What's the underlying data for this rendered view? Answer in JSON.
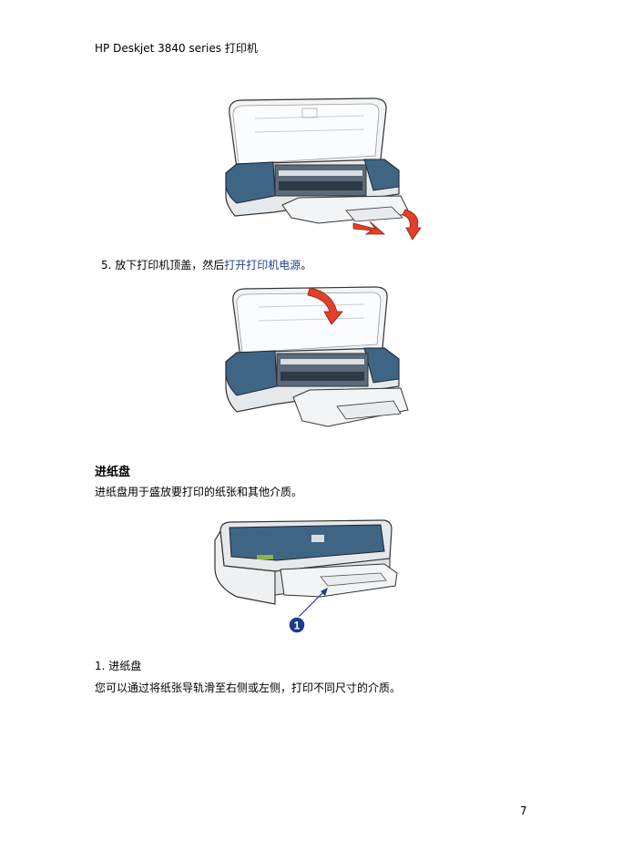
{
  "header": {
    "title": "HP Deskjet 3840 series 打印机"
  },
  "step5": {
    "number": "5.",
    "text": "放下打印机顶盖，然后",
    "link": "打开打印机电源",
    "end": "。"
  },
  "section": {
    "heading": "进纸盘",
    "description": "进纸盘用于盛放要打印的纸张和其他介质。"
  },
  "figure3": {
    "callout": "1"
  },
  "caption": "1. 进纸盘",
  "note": "您可以通过将纸张导轨滑至右侧或左侧，打印不同尺寸的介质。",
  "page_number": "7",
  "colors": {
    "printer_blue": "#3f6585",
    "arrow_red": "#e2402a",
    "link": "#1f3f8f",
    "callout": "#1e3a8a"
  }
}
